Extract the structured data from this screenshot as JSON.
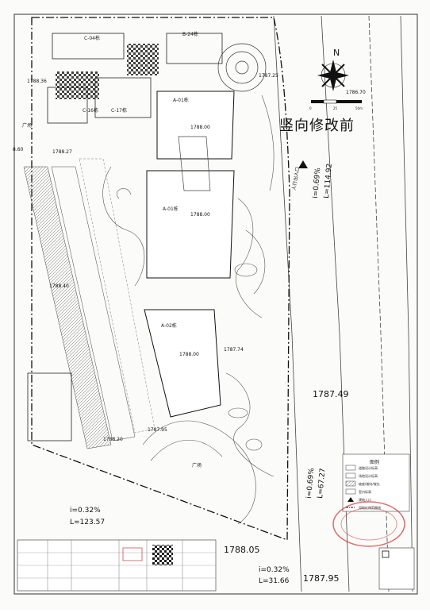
{
  "title": "竖向修改前",
  "labels": {
    "north": "N",
    "plaza": "广场",
    "entrance": "人行出入口"
  },
  "scale": {
    "t0": "0",
    "t25": "25",
    "t50": "50m"
  },
  "buildings": {
    "a01_north": "A-01栋",
    "a01_main": "A-01栋",
    "a02": "A-02栋",
    "c16": "C-16栋",
    "c17": "C-17栋",
    "c04": "C-04栋",
    "b24": "B-24栋"
  },
  "elevations": {
    "a01_north": "1788.00",
    "a01_main": "1788.00",
    "a02": "1788.00",
    "e1": "1788.36",
    "e2": "1788.27",
    "e3": "1788.40",
    "e4": "1788.20",
    "e5": "1787.95",
    "e6": "1787.74",
    "e7": "1787.25",
    "e8": "1786.70",
    "e9": "1787.49",
    "e10": "1788.05",
    "e11": "1787.95",
    "e12": "8.60"
  },
  "slopes": {
    "right_top": {
      "i": "i=0.69%",
      "l": "L=114.92"
    },
    "right_bottom": {
      "i": "i=0.69%",
      "l": "L=67.27"
    },
    "left": {
      "i": "i=0.32%",
      "l": "L=123.57"
    },
    "bottom": {
      "i": "i=0.32%",
      "l": "L=31.66"
    }
  },
  "legend": {
    "title": "图例",
    "items": [
      "道路设计标高",
      "场地设计标高",
      "坡度/坡向/坡长",
      "室内标高",
      "建筑入口",
      "用地红线范围线"
    ]
  }
}
